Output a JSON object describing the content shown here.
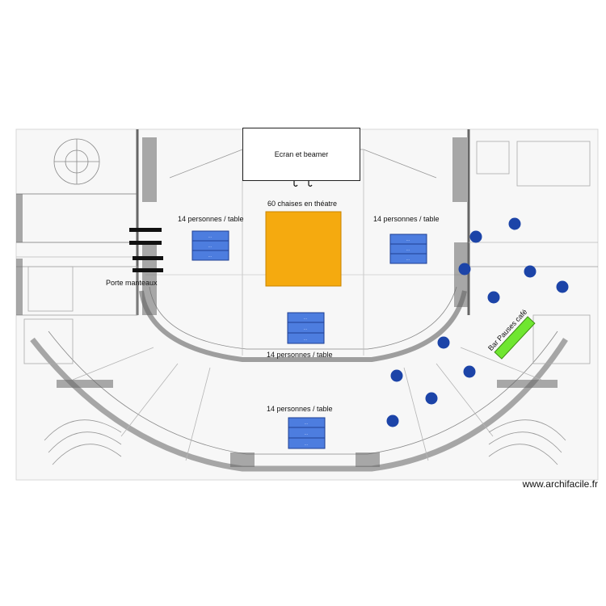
{
  "screen_label": "Ecran et beamer",
  "theatre_label": "60 chaises en théatre",
  "table_label_top_left": "14 personnes / table",
  "table_label_top_right": "14 personnes / table",
  "table_label_center": "14 personnes / table",
  "table_label_bottom": "14 personnes / table",
  "coat_label": "Porte manteaux",
  "bar_label": "Bar Pauses café",
  "table_text": "...",
  "watermark": "www.archifacile.fr",
  "colors": {
    "theatre": "#f5aa0f",
    "table": "#4d7ddf",
    "bar": "#6fe630",
    "cocktail_table": "#1c44a8",
    "coat_rack": "#111111"
  }
}
